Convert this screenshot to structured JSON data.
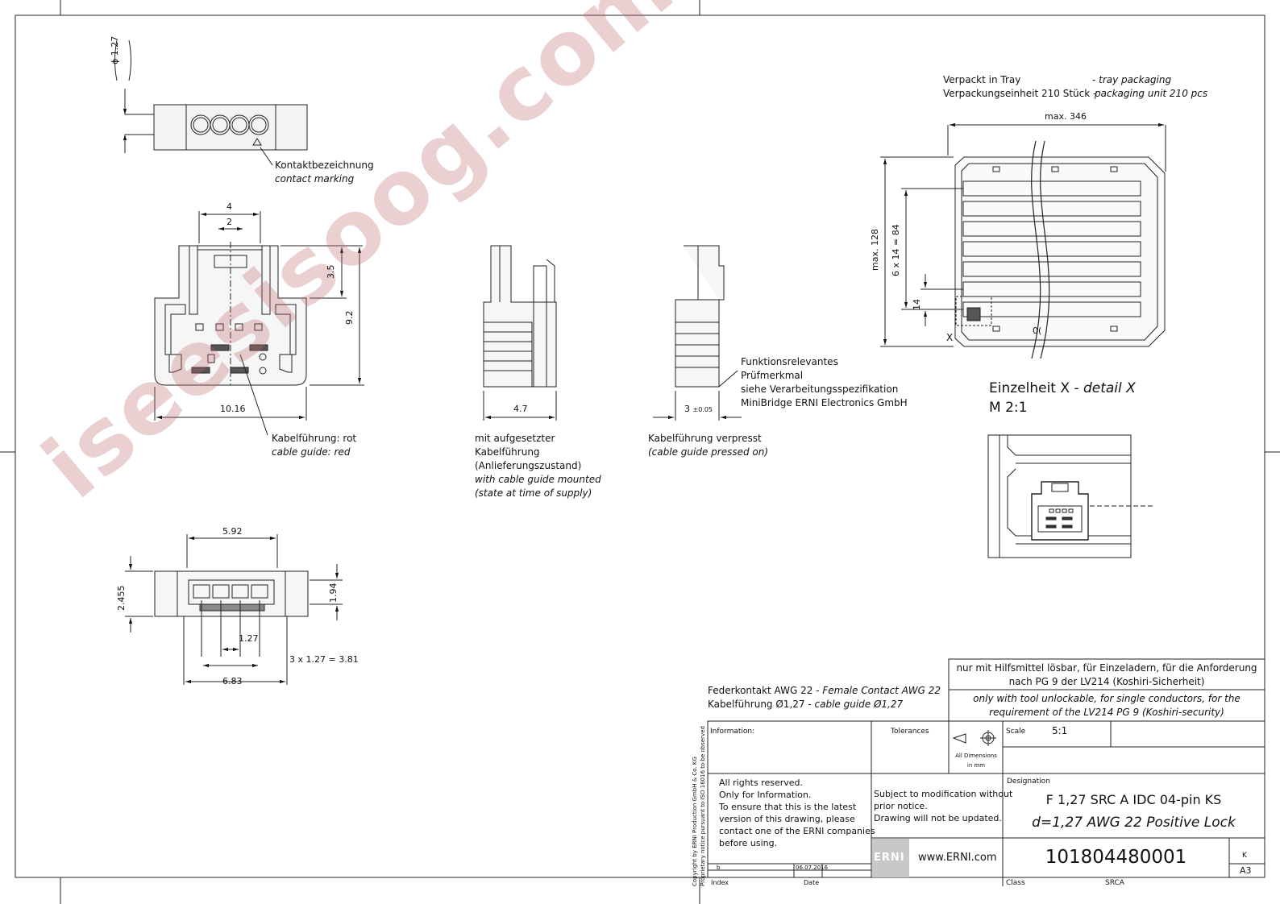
{
  "dims": {
    "d_127_top": "ϕ 1.27",
    "w4": "4",
    "w2": "2",
    "h35": "3.5",
    "h92": "9.2",
    "w1016": "10.16",
    "w47": "4.7",
    "w3": "3",
    "w3_tol": "±0.05",
    "w592": "5.92",
    "h2455": "2.455",
    "h194": "1.94",
    "p127": "1.27",
    "p381": "3 x 1.27 = 3.81",
    "w683": "6.83",
    "max346": "max. 346",
    "max128": "max. 128",
    "h6x14": "6 x 14 = 84",
    "h14": "14",
    "x_label": "X",
    "cut_label": "0("
  },
  "notes": {
    "contact_marking_de": "Kontaktbezeichnung",
    "contact_marking_en": "contact marking",
    "cable_guide_de": "Kabelführung: rot",
    "cable_guide_en": "cable guide: red",
    "mounted_de1": "mit aufgesetzter",
    "mounted_de2": "Kabelführung",
    "mounted_de3": "(Anlieferungszustand)",
    "mounted_en1": "with cable guide mounted",
    "mounted_en2": "(state at time of supply)",
    "pressed_de": "Kabelführung verpresst",
    "pressed_en": "(cable guide pressed on)",
    "func_1": "Funktionsrelevantes",
    "func_2": "Prüfmerkmal",
    "func_3": "siehe Verarbeitungsspezifikation",
    "func_4": "MiniBridge ERNI Electronics GmbH",
    "tray_de1": "Verpackt in Tray",
    "tray_en1": "- tray packaging",
    "tray_de2": "Verpackungseinheit 210 Stück -",
    "tray_en2": "packaging unit 210 pcs",
    "detail_de": "Einzelheit X -",
    "detail_en": "detail  X",
    "detail_scale": "M 2:1",
    "contact_de": "Federkontakt AWG 22 -",
    "contact_en": "Female Contact AWG 22",
    "guide_de": "Kabelführung Ø1,27 -",
    "guide_en": "cable guide Ø1,27"
  },
  "titleblock": {
    "req_de1": "nur mit Hilfsmittel lösbar, für Einzeladern, für die Anforderung",
    "req_de2": "nach PG 9 der LV214 (Koshiri-Sicherheit)",
    "req_en1": "only with tool unlockable, for single conductors, for the",
    "req_en2": "requirement of the LV214 PG 9 (Koshiri-security)",
    "information": "Information:",
    "tolerances": "Tolerances",
    "all_dims1": "All Dimensions",
    "all_dims2": "in mm",
    "scale_label": "Scale",
    "scale_value": "5:1",
    "rights1": "All rights reserved.",
    "rights2": "Only for Information.",
    "rights3": "To ensure that this is the latest",
    "rights4": "version of this drawing, please",
    "rights5": "contact one of the ERNI companies",
    "rights6": "before using.",
    "subject1": "Subject to modification without",
    "subject2": "prior notice.",
    "subject3": "Drawing will not be updated.",
    "designation_label": "Designation",
    "designation1": "F 1,27 SRC A IDC 04-pin KS",
    "designation2": "d=1,27 AWG 22 Positive Lock",
    "logo": "ERNI",
    "website": "www.ERNI.com",
    "part_number": "101804480001",
    "rev_label": "K",
    "sheet_size": "A3",
    "index_value": "b",
    "date_value": "06.07.2016",
    "index_label": "Index",
    "date_label": "Date",
    "class_label": "Class",
    "class_value": "SRCA",
    "copyright1": "Copyright by ERNI Production GmbH & Co. KG",
    "copyright2": "Proprietary notice pursuant to ISO 16016 to be observed"
  },
  "watermark": "iseesisoog.com"
}
